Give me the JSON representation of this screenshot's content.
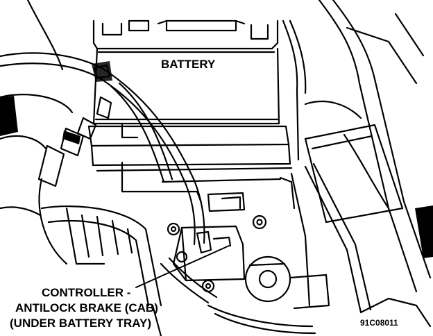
{
  "labels": {
    "battery": "BATTERY",
    "controller_line1": "CONTROLLER -",
    "controller_line2": "ANTILOCK BRAKE (CAB)",
    "controller_line3": "(UNDER BATTERY TRAY)"
  },
  "figure_id": "91C08011",
  "colors": {
    "ink": "#000000",
    "paper": "#ffffff"
  }
}
